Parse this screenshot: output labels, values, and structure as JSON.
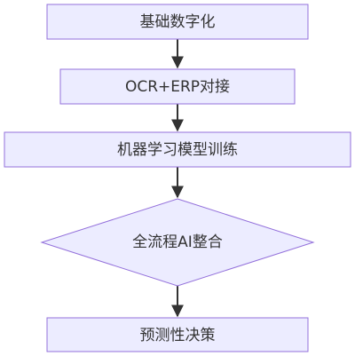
{
  "nodes": [
    {
      "id": "n1",
      "shape": "rect",
      "label": "基础数字化"
    },
    {
      "id": "n2",
      "shape": "rect",
      "label": "OCR+ERP对接"
    },
    {
      "id": "n3",
      "shape": "rect",
      "label": "机器学习模型训练"
    },
    {
      "id": "n4",
      "shape": "diamond",
      "label": "全流程AI整合"
    },
    {
      "id": "n5",
      "shape": "rect",
      "label": "预测性决策"
    }
  ],
  "edges": [
    {
      "from": "n1",
      "to": "n2"
    },
    {
      "from": "n2",
      "to": "n3"
    },
    {
      "from": "n3",
      "to": "n4"
    },
    {
      "from": "n4",
      "to": "n5"
    }
  ],
  "colors": {
    "node_fill": "#ECECFF",
    "node_stroke": "#9370DB",
    "edge": "#333333",
    "text": "#333333"
  }
}
